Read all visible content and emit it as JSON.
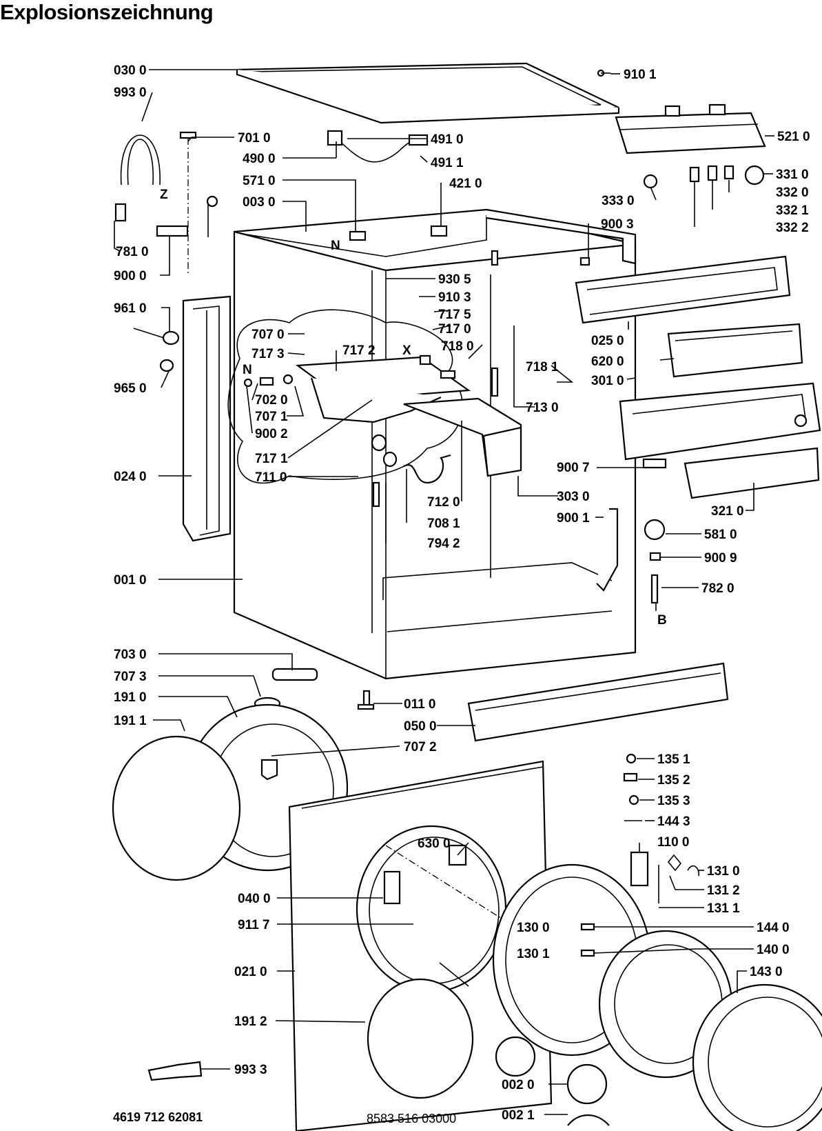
{
  "title": "Explosionszeichnung",
  "footer": {
    "left_code": "4619 712 62081",
    "center_code": "8583 516 03000"
  },
  "callouts": {
    "c0300": "030 0",
    "c9930": "993 0",
    "c7010": "701 0",
    "c4900": "490 0",
    "c4910": "491 0",
    "c4911": "491 1",
    "c9101": "910 1",
    "c5210": "521 0",
    "c5710": "571 0",
    "c0030": "003 0",
    "c4210": "421 0",
    "c3310": "331 0",
    "c3330": "333 0",
    "c3320": "332 0",
    "c3321": "332 1",
    "c3322": "332 2",
    "c9003": "900 3",
    "c7810": "781 0",
    "c9000": "900 0",
    "c9305": "930 5",
    "c9103": "910 3",
    "c7175": "717 5",
    "c7170": "717 0",
    "c7180": "718 0",
    "c9610": "961 0",
    "c7070": "707 0",
    "c7173": "717 3",
    "c7172": "717 2",
    "c0250": "025 0",
    "c6200": "620 0",
    "c3010": "301 0",
    "c7181": "718 1",
    "c7130": "713 0",
    "c9650": "965 0",
    "c7020": "702 0",
    "c7071": "707 1",
    "c9002": "900 2",
    "c7171": "717 1",
    "c7110": "711 0",
    "c0240": "024 0",
    "c9007": "900 7",
    "c3210": "321 0",
    "c3030": "303 0",
    "c7120": "712 0",
    "c7081": "708 1",
    "c7942": "794 2",
    "c9001": "900 1",
    "c5810": "581 0",
    "c9009": "900 9",
    "c7820": "782 0",
    "c0010": "001 0",
    "c7030": "703 0",
    "c7073": "707 3",
    "c1910": "191 0",
    "c1911": "191 1",
    "c0110": "011 0",
    "c0500": "050 0",
    "c7072": "707 2",
    "c1351": "135 1",
    "c1352": "135 2",
    "c1353": "135 3",
    "c1443": "144 3",
    "c1100": "110 0",
    "c1310": "131 0",
    "c1312": "131 2",
    "c1311": "131 1",
    "c6300": "630 0",
    "c0400": "040 0",
    "c9117": "911 7",
    "c1300": "130 0",
    "c1301": "130 1",
    "c1440": "144 0",
    "c1400": "140 0",
    "c0210": "021 0",
    "c1430": "143 0",
    "c1912": "191 2",
    "c9933": "993 3",
    "c0020": "002 0",
    "c0021": "002 1"
  },
  "markers": {
    "z": "Z",
    "n1": "N",
    "n2": "N",
    "x": "X",
    "b": "B"
  }
}
